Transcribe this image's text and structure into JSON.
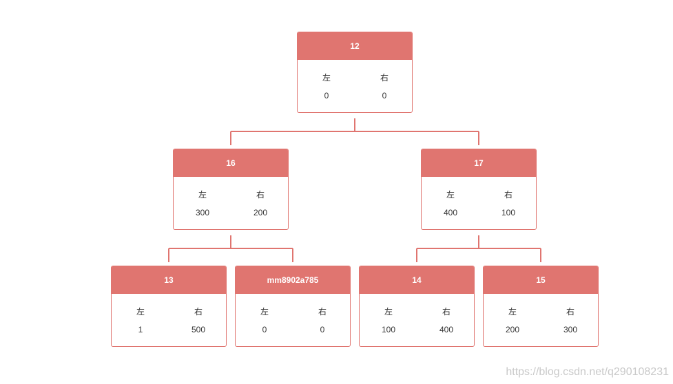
{
  "colors": {
    "accent": "#e07570",
    "line": "#e07570",
    "header_text": "#ffffff"
  },
  "labels": {
    "left": "左",
    "right": "右"
  },
  "tree": {
    "root": {
      "title": "12",
      "left": "0",
      "right": "0"
    },
    "level1_left": {
      "title": "16",
      "left": "300",
      "right": "200"
    },
    "level1_right": {
      "title": "17",
      "left": "400",
      "right": "100"
    },
    "leaf_1": {
      "title": "13",
      "left": "1",
      "right": "500"
    },
    "leaf_2": {
      "title": "mm8902a785",
      "left": "0",
      "right": "0"
    },
    "leaf_3": {
      "title": "14",
      "left": "100",
      "right": "400"
    },
    "leaf_4": {
      "title": "15",
      "left": "200",
      "right": "300"
    }
  },
  "watermark": "https://blog.csdn.net/q290108231"
}
